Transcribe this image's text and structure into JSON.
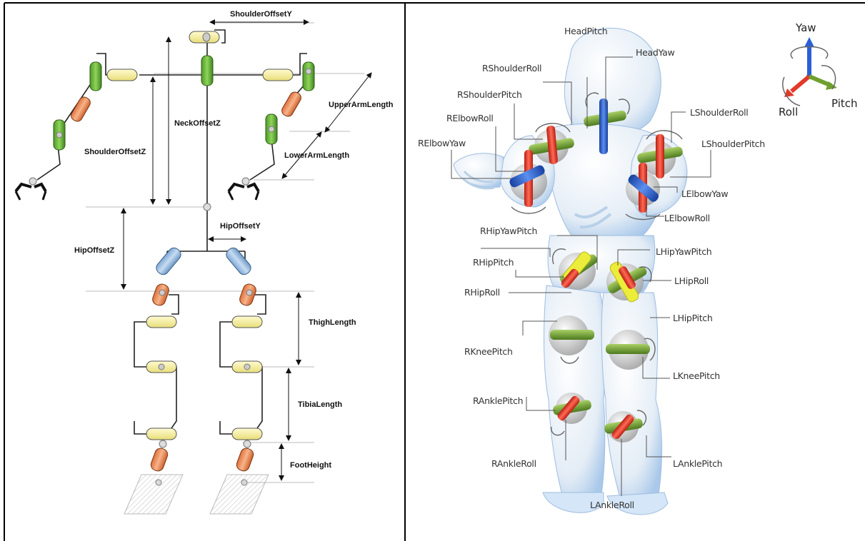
{
  "left_panel": {
    "labels": {
      "shoulder_offset_y": "ShoulderOffsetY",
      "upper_arm_length": "UpperArmLength",
      "neck_offset_z": "NeckOffsetZ",
      "shoulder_offset_z": "ShoulderOffsetZ",
      "lower_arm_length": "LowerArmLength",
      "hip_offset_y": "HipOffsetY",
      "hip_offset_z": "HipOffsetZ",
      "thigh_length": "ThighLength",
      "tibia_length": "TibiaLength",
      "foot_height": "FootHeight"
    },
    "colors": {
      "yaw_motor": "#f5f0a8",
      "roll_motor": "#78c24a",
      "pitch_motor": "#f29a6a",
      "hip_motor": "#a8c8e8"
    }
  },
  "right_panel": {
    "joints": {
      "head_pitch": "HeadPitch",
      "head_yaw": "HeadYaw",
      "r_shoulder_roll": "RShoulderRoll",
      "r_shoulder_pitch": "RShoulderPitch",
      "r_elbow_roll": "RElbowRoll",
      "r_elbow_yaw": "RElbowYaw",
      "l_shoulder_roll": "LShoulderRoll",
      "l_shoulder_pitch": "LShoulderPitch",
      "l_elbow_yaw": "LElbowYaw",
      "l_elbow_roll": "LElbowRoll",
      "r_hip_yaw_pitch": "RHipYawPitch",
      "l_hip_yaw_pitch": "LHipYawPitch",
      "r_hip_pitch": "RHipPitch",
      "l_hip_roll": "LHipRoll",
      "r_hip_roll": "RHipRoll",
      "l_hip_pitch": "LHipPitch",
      "r_knee_pitch": "RKneePitch",
      "l_knee_pitch": "LKneePitch",
      "r_ankle_pitch": "RAnklePitch",
      "r_ankle_roll": "RAnkleRoll",
      "l_ankle_pitch": "LAnklePitch",
      "l_ankle_roll": "LAnkleRoll"
    },
    "axes": {
      "yaw": "Yaw",
      "roll": "Roll",
      "pitch": "Pitch"
    },
    "colors": {
      "yaw_axis": "#2a5fd6",
      "roll_axis": "#e23a2a",
      "pitch_axis": "#6fa02e",
      "hip_yaw_pitch_axis": "#e6e62a",
      "robot_shell": "#cfe2f3"
    }
  }
}
